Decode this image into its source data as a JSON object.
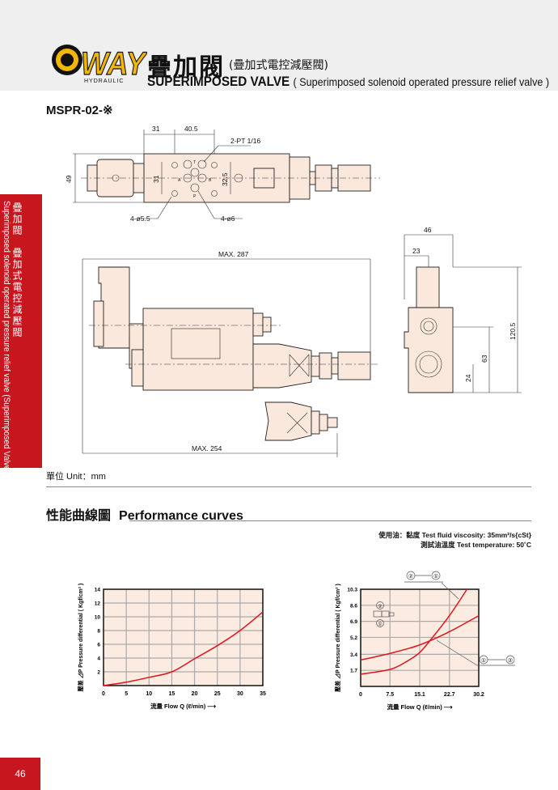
{
  "header": {
    "brand": "WAY",
    "brand_sub": "HYDRAULIC",
    "title_zh": "疊加閥",
    "subtitle_zh": "(疊加式電控減壓閥)",
    "title_en": "SUPERIMPOSED VALVE",
    "subtitle_en": "( Superimposed solenoid operated pressure relief valve )"
  },
  "sidebar": {
    "zh_1": "疊加閥",
    "zh_2": "疊加式電控減壓閥",
    "en": "Superimposed solenoid operated pressure relief valve (Superimposed Valve)"
  },
  "model": "MSPR-02-※",
  "drawing": {
    "top_view": {
      "dim_31_top": "31",
      "dim_40_5": "40.5",
      "callout_pt": "2-PT 1/16",
      "dim_49": "49",
      "dim_31_side": "31",
      "dim_32_5": "32.5",
      "port_t": "T",
      "port_a": "A",
      "port_b": "B",
      "port_p": "P",
      "callout_holes_1": "4-ø5.5",
      "callout_holes_2": "4-ø6"
    },
    "front_view": {
      "dim_max_287": "MAX. 287",
      "dim_max_254": "MAX. 254"
    },
    "side_view": {
      "dim_46": "46",
      "dim_23": "23",
      "dim_120_5": "120.5",
      "dim_63": "63",
      "dim_24": "24"
    }
  },
  "units_label": "單位 Unit：mm",
  "performance": {
    "title_zh": "性能曲線圖",
    "title_en": "Performance curves",
    "condition_1": "使用油：黏度 Test fluid viscosity: 35mm²/s{cSt}",
    "condition_2": "測試油溫度 Test temperature: 50˚C"
  },
  "chart_data": [
    {
      "type": "line",
      "title": "",
      "xlabel": "流量  Flow Q  (ℓ/min) ⟶",
      "ylabel": "壓差 ⊿P  Pressure differential ( Kgf/cm² )",
      "xlim": [
        0,
        35
      ],
      "ylim": [
        0,
        14
      ],
      "xticks": [
        0,
        5,
        10,
        15,
        20,
        25,
        30,
        35
      ],
      "yticks": [
        2,
        4,
        6,
        8,
        10,
        12,
        14
      ],
      "ytick_labels": [
        "2",
        "4",
        "6",
        "8",
        "10",
        "12",
        "14"
      ],
      "grid": true,
      "series": [
        {
          "name": "ΔP",
          "x": [
            0,
            5,
            10,
            15,
            20,
            25,
            30,
            35
          ],
          "y": [
            0,
            0.5,
            1.2,
            2.0,
            3.9,
            5.8,
            8.0,
            10.7
          ],
          "color": "#e0141c"
        }
      ]
    },
    {
      "type": "line",
      "title": "",
      "xlabel": "流量  Flow Q  (ℓ/min) ⟶",
      "ylabel": "壓差 ⊿P  Pressure differential ( Kgf/cm² )",
      "xlim": [
        0,
        30.2
      ],
      "ylim": [
        0,
        10.3
      ],
      "xticks": [
        0,
        7.5,
        15.1,
        22.7,
        30.2
      ],
      "yticks": [
        1.7,
        3.4,
        5.2,
        6.9,
        8.6,
        10.3
      ],
      "ytick_labels": [
        "1.7",
        "3.4",
        "5.2",
        "6.9",
        "8.6",
        "10.3"
      ],
      "grid": true,
      "series": [
        {
          "name": "②→①",
          "x": [
            0,
            7.5,
            12,
            15.1,
            18,
            22.7,
            27.2
          ],
          "y": [
            1.3,
            1.8,
            2.7,
            3.6,
            5.0,
            7.5,
            10.3
          ],
          "color": "#e0141c"
        },
        {
          "name": "①→②",
          "x": [
            0,
            7.5,
            15.1,
            22.7,
            30.2
          ],
          "y": [
            2.8,
            3.5,
            4.4,
            5.8,
            7.5
          ],
          "color": "#e0141c"
        }
      ],
      "annotations": {
        "label_21_from": "②",
        "label_21_to": "①",
        "label_12_from": "①",
        "label_12_to": "②",
        "symbol_top": "②",
        "symbol_bottom": "①"
      }
    }
  ],
  "page_number": "46",
  "colors": {
    "accent_red": "#c8161e",
    "curve_red": "#e0141c",
    "part_fill": "#fbe8dc",
    "chart_bg": "#fcebe0",
    "logo_yellow": "#f2b705"
  }
}
